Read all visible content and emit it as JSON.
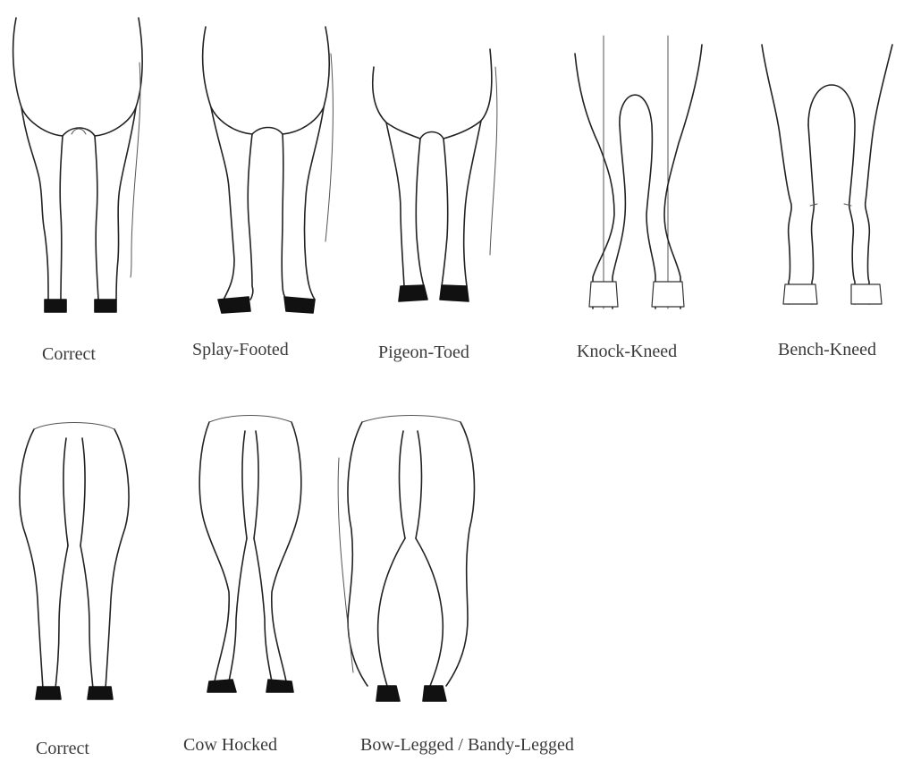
{
  "front_view": {
    "labels": [
      "Correct",
      "Splay-Footed",
      "Pigeon-Toed",
      "Knock-Kneed",
      "Bench-Kneed"
    ]
  },
  "rear_view": {
    "labels": [
      "Correct",
      "Cow Hocked",
      "Bow-Legged / Bandy-Legged"
    ]
  }
}
